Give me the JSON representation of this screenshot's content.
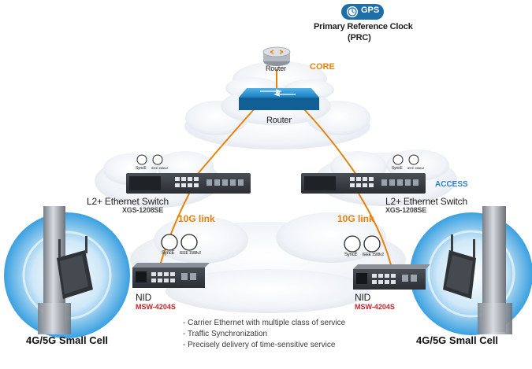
{
  "gps": {
    "label": "GPS"
  },
  "prc": {
    "line1": "Primary Reference Clock",
    "line2": "(PRC)"
  },
  "core": {
    "router_icon_label": "Router",
    "router_label": "Router",
    "core_label": "CORE"
  },
  "access_label": "ACCESS",
  "switches": [
    {
      "title": "L2+ Ethernet Switch",
      "model": "XGS-1208SE",
      "link": "10G link"
    },
    {
      "title": "L2+ Ethernet Switch",
      "model": "XGS-1208SE",
      "link": "10G link"
    }
  ],
  "nids": [
    {
      "title": "NID",
      "model": "MSW-4204S"
    },
    {
      "title": "NID",
      "model": "MSW-4204S"
    }
  ],
  "cells": [
    {
      "label": "4G/5G Small Cell"
    },
    {
      "label": "4G/5G Small Cell"
    }
  ],
  "badges": {
    "synce": "SyncE",
    "ieee": "IEEE 1588v2"
  },
  "features": [
    "Carrier Ethernet with multiple class of service",
    "Traffic Synchronization",
    "Precisely delivery of time-sensitive service"
  ],
  "colors": {
    "orange": "#e8820c",
    "access_blue": "#2f7fc8",
    "model_red": "#c0242b",
    "switch_blue": "#1e88c8",
    "gps_blue": "#1e6fa8"
  }
}
